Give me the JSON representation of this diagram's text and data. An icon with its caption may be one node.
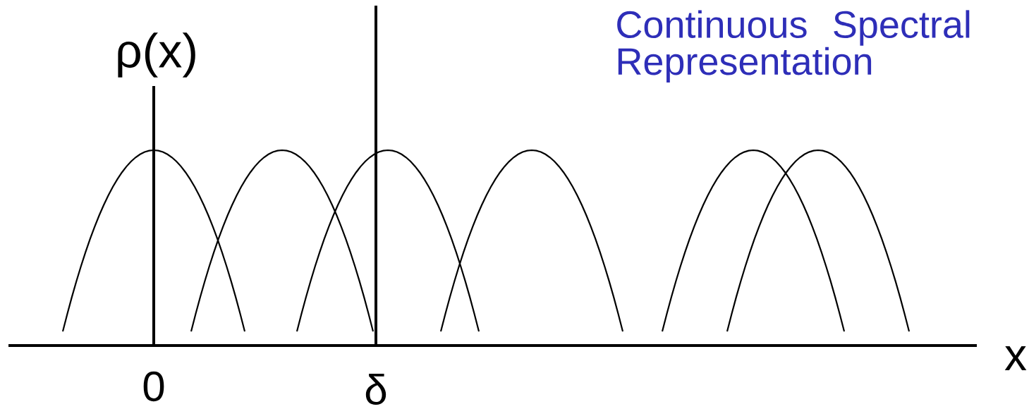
{
  "diagram": {
    "title": "Continuous Spectral Representation",
    "labels": [
      "ρ(x)",
      "0",
      "δ",
      "x"
    ]
  }
}
